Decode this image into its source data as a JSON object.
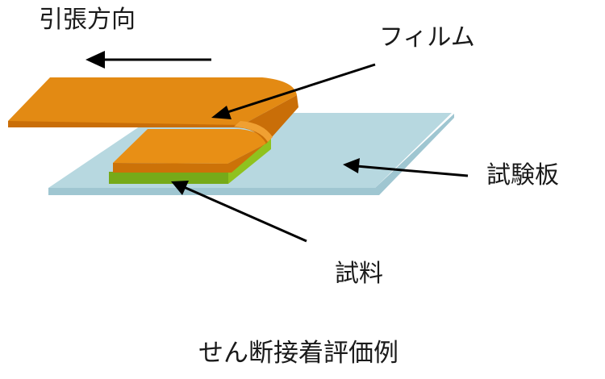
{
  "labels": {
    "pull_direction": "引張方向",
    "film": "フィルム",
    "test_plate": "試験板",
    "sample": "試料"
  },
  "caption": "せん断接着評価例",
  "colors": {
    "film_top": "#e38a13",
    "film_side": "#c86c08",
    "plate_top": "#b7d8e0",
    "plate_side": "#97c0cc",
    "sample_side": "#76aa19",
    "arrow": "#000000"
  }
}
